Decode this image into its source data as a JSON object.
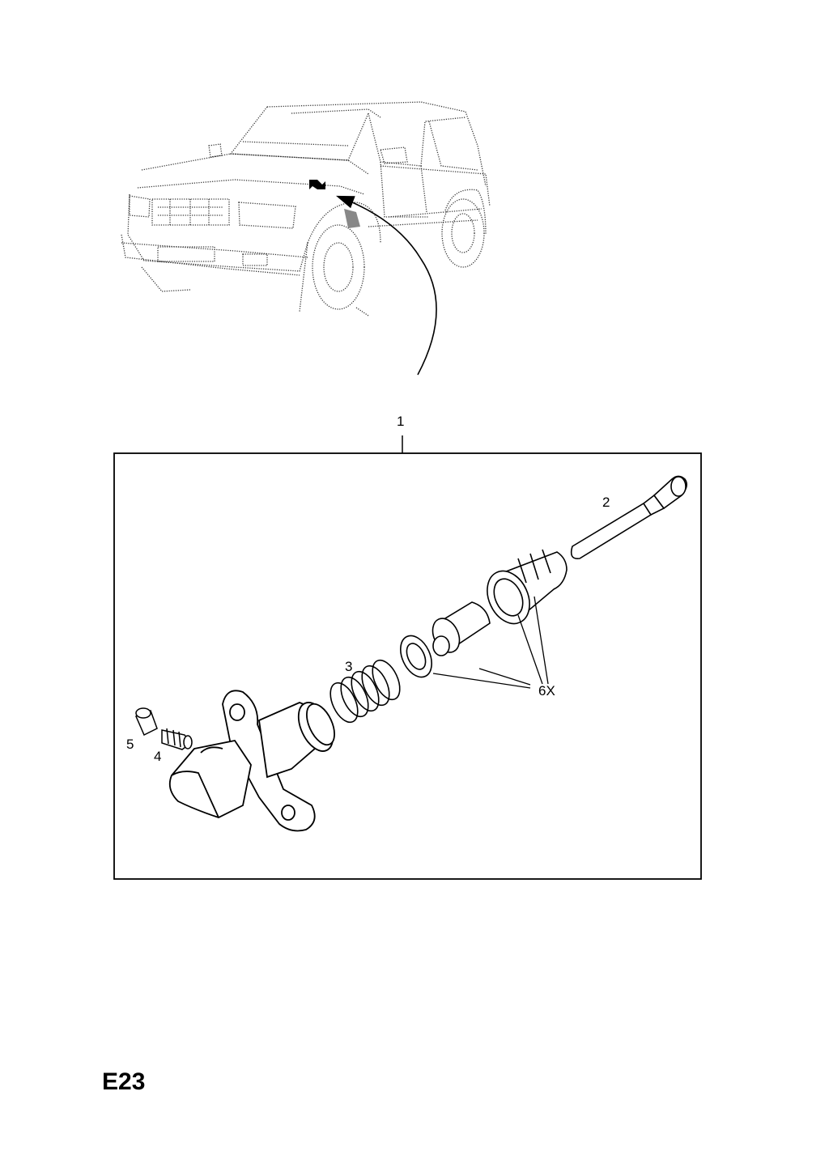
{
  "page": {
    "code": "E23"
  },
  "callouts": {
    "c1": "1",
    "c2": "2",
    "c3": "3",
    "c4": "4",
    "c5": "5",
    "c6x": "6X"
  }
}
